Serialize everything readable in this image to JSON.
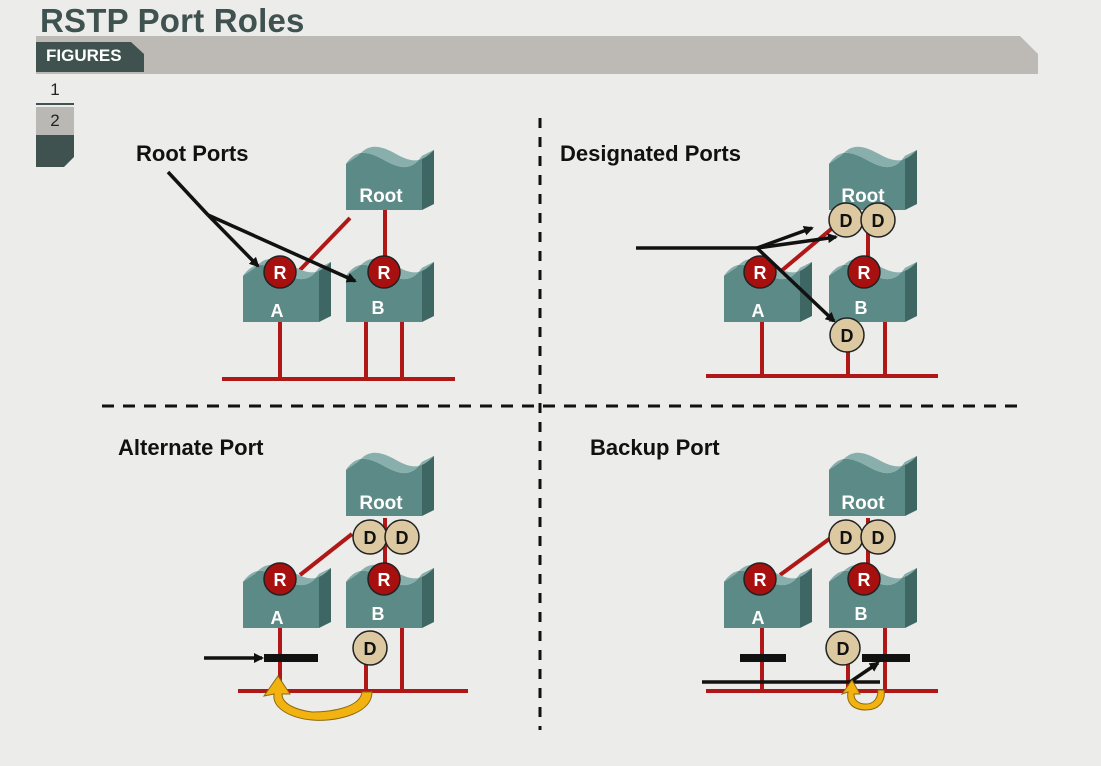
{
  "title": "RSTP Port Roles",
  "tab_label": "FIGURES",
  "nav_pages": [
    "1",
    "2"
  ],
  "panels": {
    "root_ports": {
      "heading": "Root Ports"
    },
    "designated_ports": {
      "heading": "Designated Ports"
    },
    "alternate_port": {
      "heading": "Alternate Port"
    },
    "backup_port": {
      "heading": "Backup Port"
    }
  },
  "switch_labels": {
    "root": "Root",
    "a": "A",
    "b": "B"
  },
  "port_labels": {
    "root_port": "R",
    "designated_port": "D"
  },
  "colors": {
    "title": "#3f5250",
    "switch_front": "#5b8a87",
    "switch_side": "#3e6663",
    "switch_top": "#88afab",
    "link": "#b01818",
    "root_port_fill": "#a80f0f",
    "designated_port_fill": "#dcc9a2",
    "arrow_yellow": "#f2b20f"
  }
}
